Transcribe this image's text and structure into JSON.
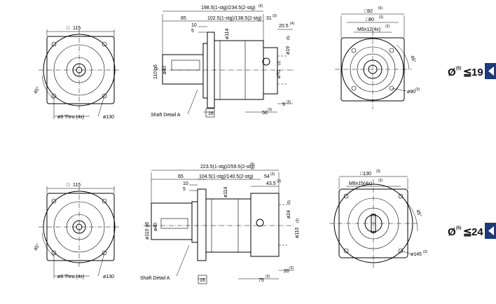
{
  "series": [
    {
      "id": "frame115",
      "front_left": {
        "square": "115",
        "pcd": "ø130",
        "holes": "ø9 Thru.(4x)",
        "angle": "45°"
      },
      "side": {
        "total": "198.5(1-stg)/234.5(2-stg)",
        "total_note": "(6)",
        "d65": "65",
        "d10": "10",
        "d5": "5",
        "body": "102.5(1-stg)/138.5(2-stg)",
        "d31": "31",
        "d31_note": "(3)",
        "d205": "20.5",
        "d205_note": "(4)",
        "pilot": "110 g6",
        "shaft": "ø40",
        "bore": "ø114",
        "d19": "ø19",
        "d19_note": "(5)",
        "d70": "ø70",
        "d70_note": "(3)",
        "d50": "50",
        "d50_note": "(3)",
        "d9": "9",
        "d9_note": "(3)",
        "d16": "16",
        "shaft_detail": "Shaft Detail  A"
      },
      "front_right": {
        "sq92": "□92",
        "sq92_note": "(6)",
        "sq80": "□80",
        "sq80_note": "(3)",
        "thread": "M6x12(4x)",
        "thread_note": "(3)",
        "angle": "45°",
        "pcd90": "ø90",
        "pcd90_note": "(3)"
      },
      "bore_spec": {
        "symbol": "Ø",
        "note": "(5)",
        "rel": "≦",
        "value": "19"
      }
    },
    {
      "id": "frame115b",
      "front_left": {
        "square": "115",
        "pcd": "ø130",
        "holes": "ø9 Thru.(4x)",
        "angle": "45°"
      },
      "side": {
        "total": "223.5(1-stg)/259.5(2-stg)",
        "total_note": "(6)",
        "d65": "65",
        "d10": "10",
        "d5": "5",
        "body": "104.5(1-stg)/140.5(2-stg)",
        "d54": "54",
        "d54_note": "(3)",
        "d435": "43.5",
        "d435_note": "(3)",
        "pilot": "ø110 g6",
        "shaft": "ø40",
        "bore": "ø114",
        "d24": "ø24",
        "d24_note": "(5)",
        "d110": "ø110",
        "d110_note": "(3)",
        "d75": "75",
        "d75_note": "(3)",
        "d20": "20",
        "d20_note": "(3)",
        "d16": "16",
        "shaft_detail": "Shaft Detail  A"
      },
      "front_right": {
        "sq130": "□130",
        "sq130_note": "(3)",
        "thread": "M8x15(4x)",
        "thread_note": "(3)",
        "angle": "45°",
        "pcd145": "ø145",
        "pcd145_note": "(3)"
      },
      "bore_spec": {
        "symbol": "Ø",
        "note": "(5)",
        "rel": "≦",
        "value": "24"
      }
    }
  ],
  "colors": {
    "line": "#000000",
    "nav_arrow": "#1e3a78",
    "background": "#ffffff"
  },
  "icons": {
    "nav_arrow": "left-triangle-arrow"
  }
}
